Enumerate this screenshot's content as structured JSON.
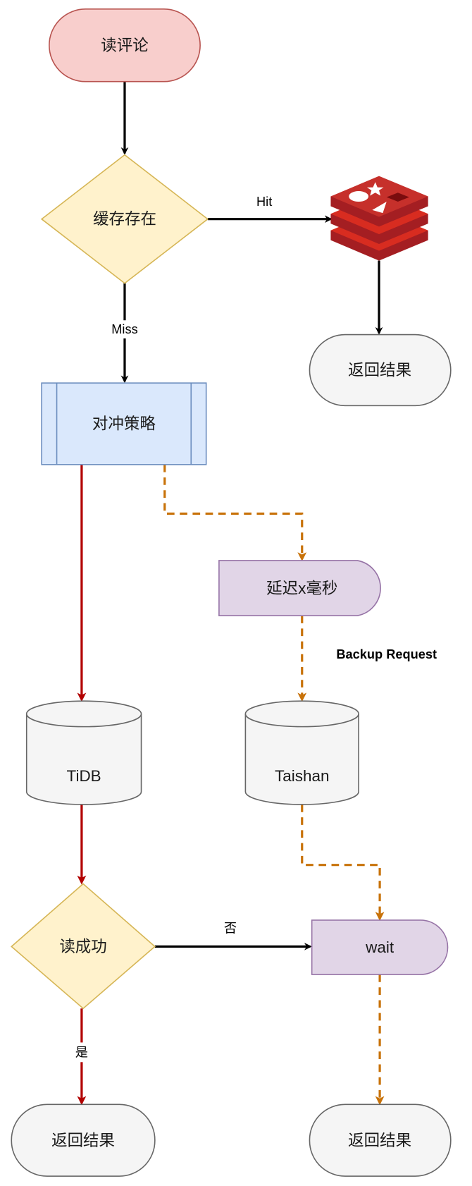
{
  "nodes": {
    "start": "读评论",
    "cache_exists": "缓存存在",
    "return_cache": "返回结果",
    "hedge": "对冲策略",
    "delay": "延迟x毫秒",
    "tidb": "TiDB",
    "taishan": "Taishan",
    "read_ok": "读成功",
    "wait": "wait",
    "return_left": "返回结果",
    "return_right": "返回结果"
  },
  "edges": {
    "hit": "Hit",
    "miss": "Miss",
    "backup": "Backup Request",
    "no": "否",
    "yes": "是"
  },
  "icons": {
    "cache": "redis-icon"
  },
  "colors": {
    "start_fill": "#f8cecc",
    "start_stroke": "#b85450",
    "decision_fill": "#fff2cc",
    "decision_stroke": "#d6b656",
    "process_fill": "#dae8fc",
    "process_stroke": "#6c8ebf",
    "delay_fill": "#e1d5e7",
    "delay_stroke": "#9673a6",
    "neutral_fill": "#f5f5f5",
    "neutral_stroke": "#666666",
    "red_path": "#b20000",
    "orange_path": "#c87209",
    "black_path": "#000000"
  }
}
